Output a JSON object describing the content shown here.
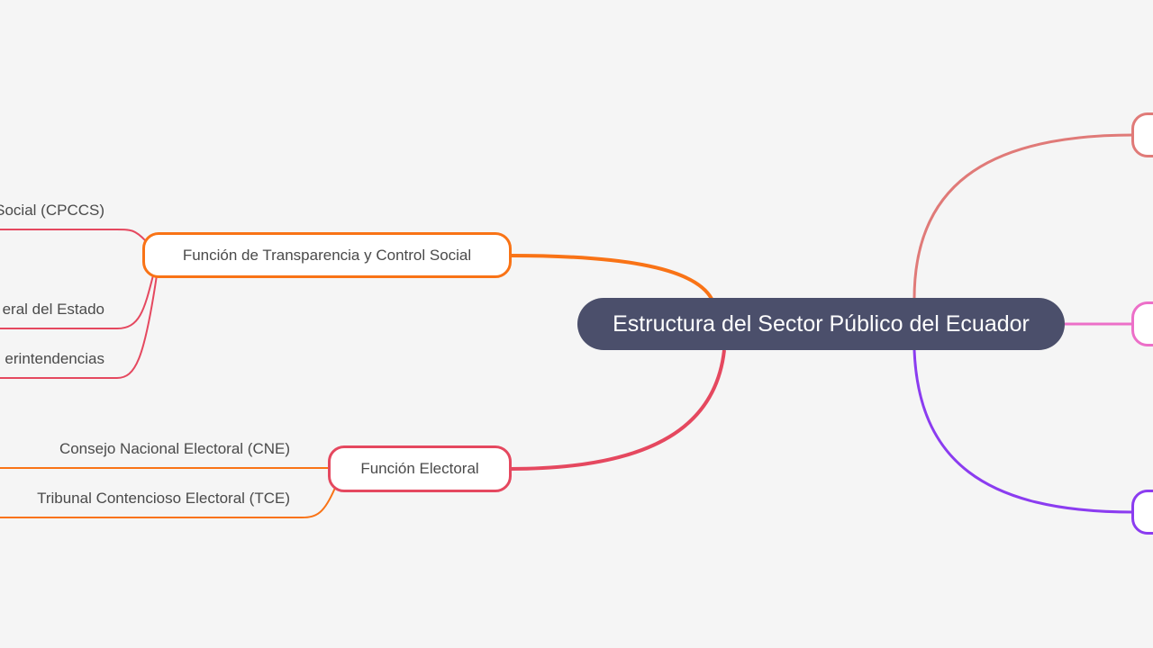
{
  "root": {
    "label": "Estructura del Sector Público del Ecuador",
    "color": "#4b4f6b"
  },
  "left_branches": [
    {
      "label": "Función de Transparencia y Control Social",
      "color": "#f97316",
      "children_color": "#e5485f",
      "children": [
        {
          "label": "Social (CPCCS)"
        },
        {
          "label": "eral del Estado"
        },
        {
          "label": "erintendencias"
        }
      ]
    },
    {
      "label": "Función Electoral",
      "color": "#e5485f",
      "children_color": "#f97316",
      "children": [
        {
          "label": "Consejo Nacional Electoral (CNE)"
        },
        {
          "label": "Tribunal Contencioso Electoral (TCE)"
        }
      ]
    }
  ],
  "right_branches": [
    {
      "label": "",
      "color": "#e07a78"
    },
    {
      "label": "",
      "color": "#ec6fc8"
    },
    {
      "label": "",
      "color": "#8b3cf0"
    }
  ]
}
